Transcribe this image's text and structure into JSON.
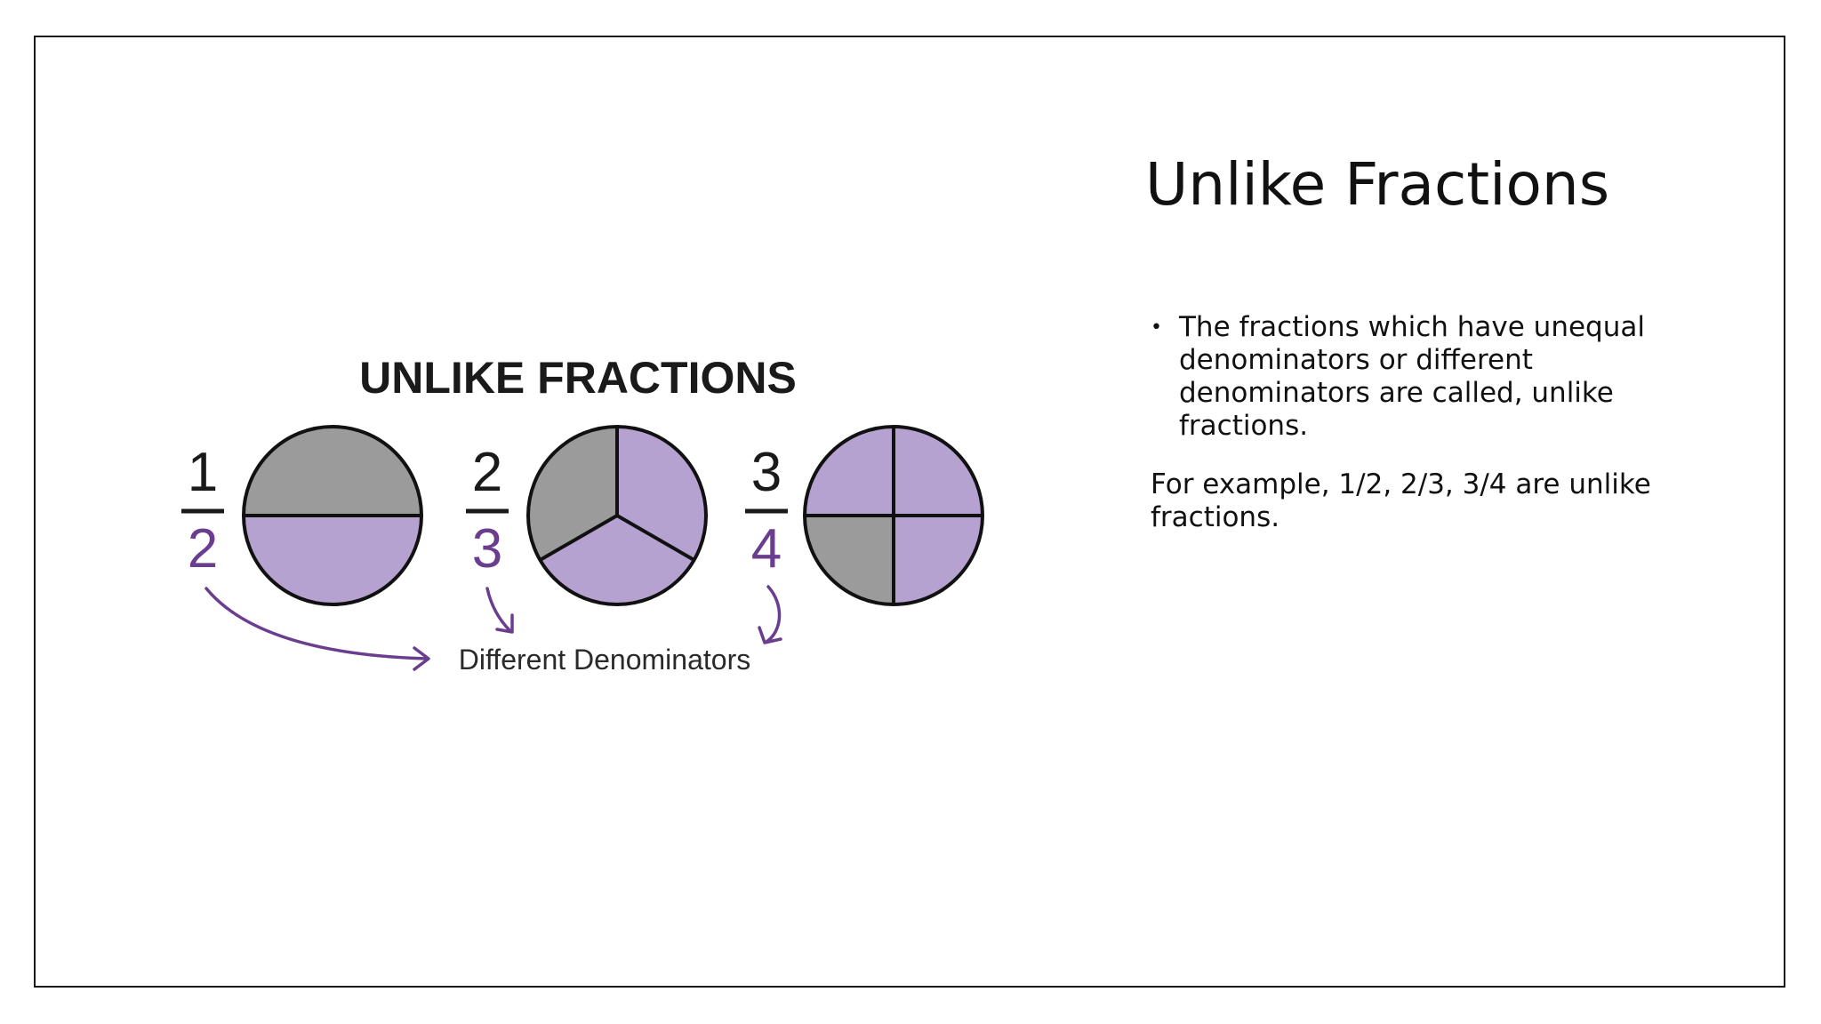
{
  "slide": {
    "title": "Unlike Fractions",
    "bullets": [
      "The fractions which have unequal denominators or different denominators are called, unlike fractions."
    ],
    "bullet_marker": "•",
    "paragraph": "For example, 1/2, 2/3, 3/4 are unlike fractions."
  },
  "figure": {
    "heading": "UNLIKE FRACTIONS",
    "caption": "Different Denominators",
    "colors": {
      "shaded": "#b5a2d0",
      "unshaded": "#9b9b9b",
      "denominator": "#6a3d8f",
      "arrow": "#6a3d8f",
      "outline": "#111111"
    },
    "fractions": [
      {
        "numerator": "1",
        "denominator": "2",
        "parts": 2,
        "shaded_parts": 1
      },
      {
        "numerator": "2",
        "denominator": "3",
        "parts": 3,
        "shaded_parts": 2
      },
      {
        "numerator": "3",
        "denominator": "4",
        "parts": 4,
        "shaded_parts": 3
      }
    ]
  }
}
